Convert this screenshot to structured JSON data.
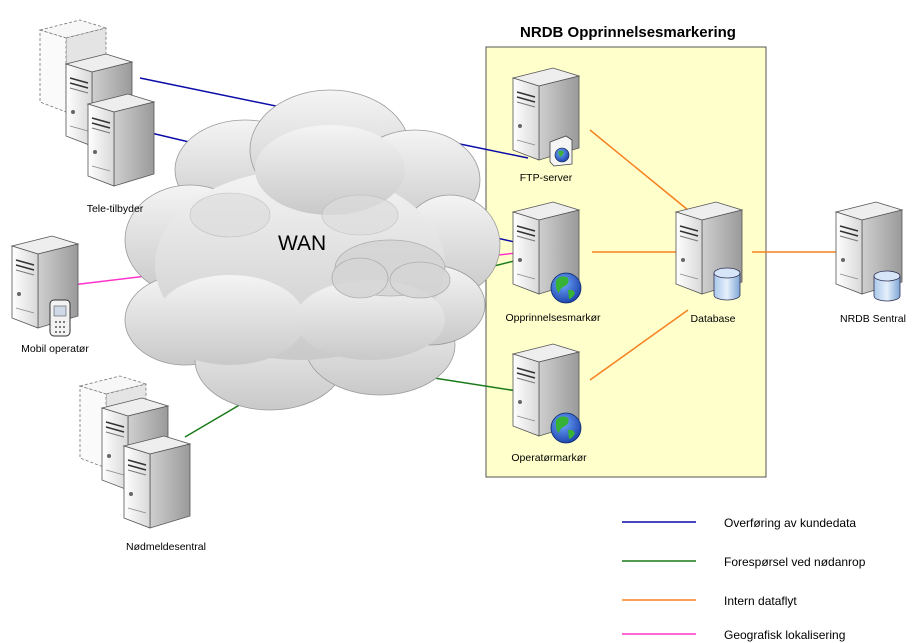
{
  "title": "NRDB Opprinnelsesmarkering",
  "cloud_label": "WAN",
  "nodes": {
    "tele": "Tele-tilbyder",
    "mobil": "Mobil operatør",
    "nod": "Nødmeldesentral",
    "ftp": "FTP-server",
    "opp": "Opprinnelsesmarkør",
    "opr": "Operatørmarkør",
    "db": "Database",
    "sentral": "NRDB Sentral"
  },
  "legend": [
    {
      "label": "Overføring av kundedata",
      "color": "#0b0ba8"
    },
    {
      "label": "Forespørsel ved nødanrop",
      "color": "#1a7a1a"
    },
    {
      "label": "Intern dataflyt",
      "color": "#f58220"
    },
    {
      "label": "Geografisk lokalisering",
      "color": "#ff33cc"
    }
  ],
  "colors": {
    "zone_fill": "#ffffcc",
    "zone_border": "#555555"
  }
}
